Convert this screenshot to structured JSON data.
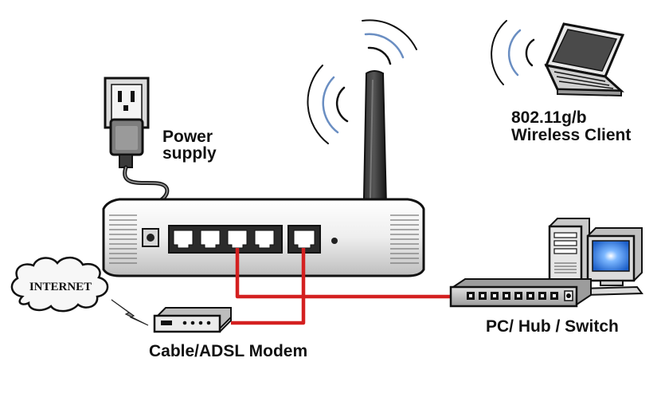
{
  "labels": {
    "power_supply_line1": "Power",
    "power_supply_line2": "supply",
    "wireless_client_line1": "802.11g/b",
    "wireless_client_line2": "Wireless Client",
    "internet": "INTERNET",
    "modem": "Cable/ADSL Modem",
    "switch": "PC/ Hub / Switch"
  },
  "icons": [
    "power-outlet-icon",
    "power-adapter-icon",
    "router-icon",
    "antenna-icon",
    "wireless-signal-icon",
    "laptop-icon",
    "internet-cloud-icon",
    "lightning-icon",
    "modem-icon",
    "switch-icon",
    "desktop-pc-icon"
  ],
  "colors": {
    "cable": "#d42020",
    "outline": "#111111",
    "signal": "#6a8ec2",
    "pc_screen": "#2f7fe0"
  }
}
